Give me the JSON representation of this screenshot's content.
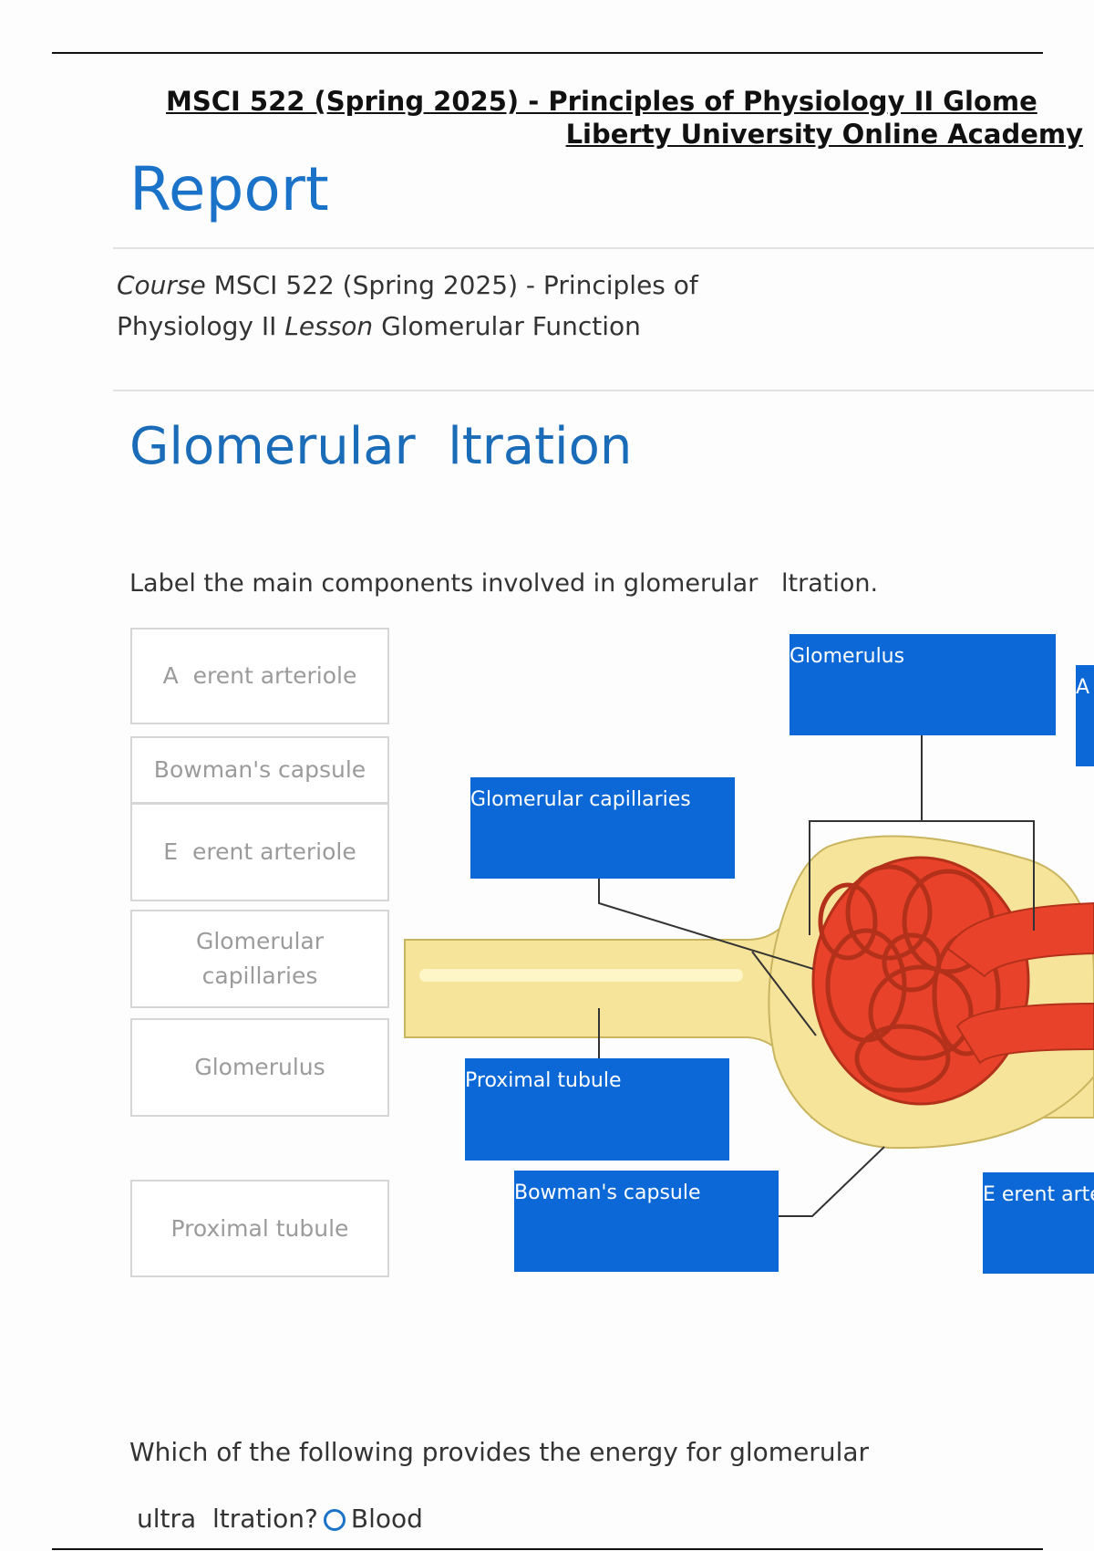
{
  "header": {
    "title": "MSCI 522 (Spring 2025) - Principles of Physiology II Glome",
    "subtitle": "Liberty University Online Academy"
  },
  "report_heading": "Report",
  "meta": {
    "course_label": "Course",
    "course_value": "MSCI 522 (Spring 2025) - Principles of Physiology II",
    "lesson_label": "Lesson",
    "lesson_value": "Glomerular Function"
  },
  "section_heading": "Glomerular  ltration",
  "instruction": "Label the main components involved in glomerular   ltration.",
  "word_bank": [
    "A  erent arteriole",
    "Bowman's capsule",
    "E  erent arteriole",
    "Glomerular\ncapillaries",
    "Glomerulus",
    "Proximal tubule"
  ],
  "diagram_labels": {
    "glomerulus": "Glomerulus",
    "afferent": "A",
    "glomerular_capillaries": "Glomerular capillaries",
    "proximal_tubule": "Proximal tubule",
    "bowmans_capsule": "Bowman's capsule",
    "efferent": "E  erent arte"
  },
  "question": {
    "line1": "Which of the following provides the energy for glomerular",
    "line2": "ultra  ltration?",
    "option": "Blood"
  },
  "colors": {
    "accent": "#1a73c8",
    "label_fill": "#0b68d6",
    "capsule": "#f6e49a",
    "vessel": "#e8432a"
  }
}
